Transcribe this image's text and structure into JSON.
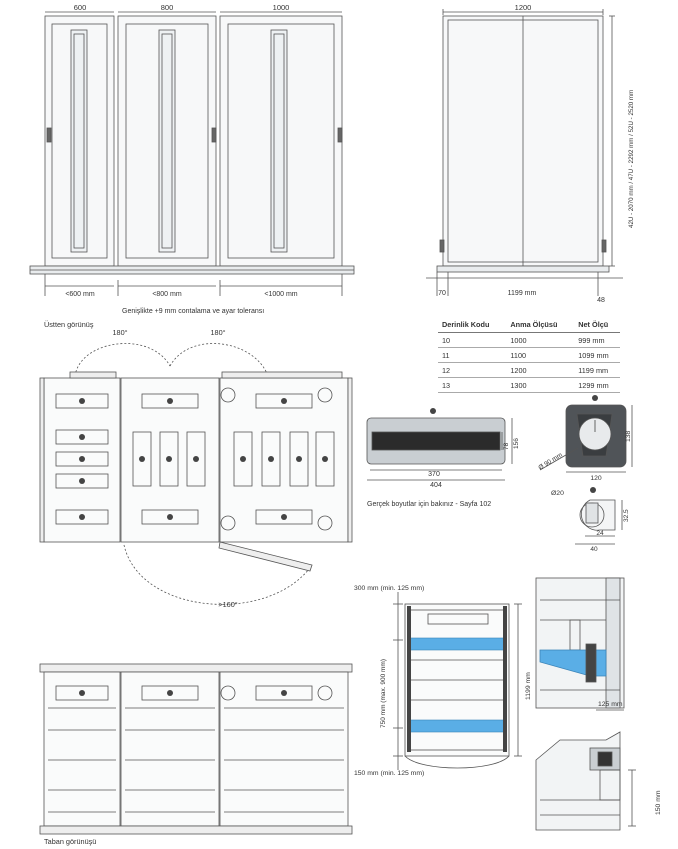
{
  "top": {
    "widths": [
      "600",
      "800",
      "1000"
    ],
    "bottom_dims": [
      "<600 mm",
      "<800 mm",
      "<1000 mm"
    ],
    "note": "Genişlikte +9 mm contalama ve ayar toleransı"
  },
  "side": {
    "width": "1200",
    "height_note": "42U - 2070 mm / 47U - 2292 mm / 52U - 2520 mm",
    "dim_left": "70",
    "dim_main": "1199 mm",
    "dim_right": "48"
  },
  "table": {
    "headers": [
      "Derinlik Kodu",
      "Anma Ölçüsü",
      "Net Ölçü"
    ],
    "rows": [
      [
        "10",
        "1000",
        "999 mm"
      ],
      [
        "11",
        "1100",
        "1099 mm"
      ],
      [
        "12",
        "1200",
        "1199 mm"
      ],
      [
        "13",
        "1300",
        "1299 mm"
      ]
    ]
  },
  "top_view": {
    "title": "Üstten görünüş",
    "angle_left": "180°",
    "angle_right": "180°",
    "angle_bottom": ">160°"
  },
  "brush": {
    "dim_370": "370",
    "dim_404": "404",
    "dim_78": "78",
    "dim_156": "156",
    "note": "Gerçek boyutlar için bakınız - Sayfa 102"
  },
  "gland": {
    "dim_138": "138",
    "dim_120": "120",
    "dim_d90": "Ø 90 mm"
  },
  "clip": {
    "dim_d20": "Ø20",
    "dim_325": "32.5",
    "dim_24": "24",
    "dim_40": "40"
  },
  "frame": {
    "dim_top": "300 mm (min. 125 mm)",
    "dim_mid": "750 mm (max. 900 mm)",
    "dim_height": "1199 mm",
    "dim_bottom": "150 mm (min. 125 mm)"
  },
  "detail": {
    "dim_125": "125 mm",
    "dim_150": "150 mm"
  },
  "bottom_view": {
    "title": "Taban görünüşü"
  },
  "colors": {
    "line": "#555555",
    "accent_blue": "#5aaee6",
    "dark": "#2b2b2b",
    "panel_fill": "#dfe3e6"
  }
}
